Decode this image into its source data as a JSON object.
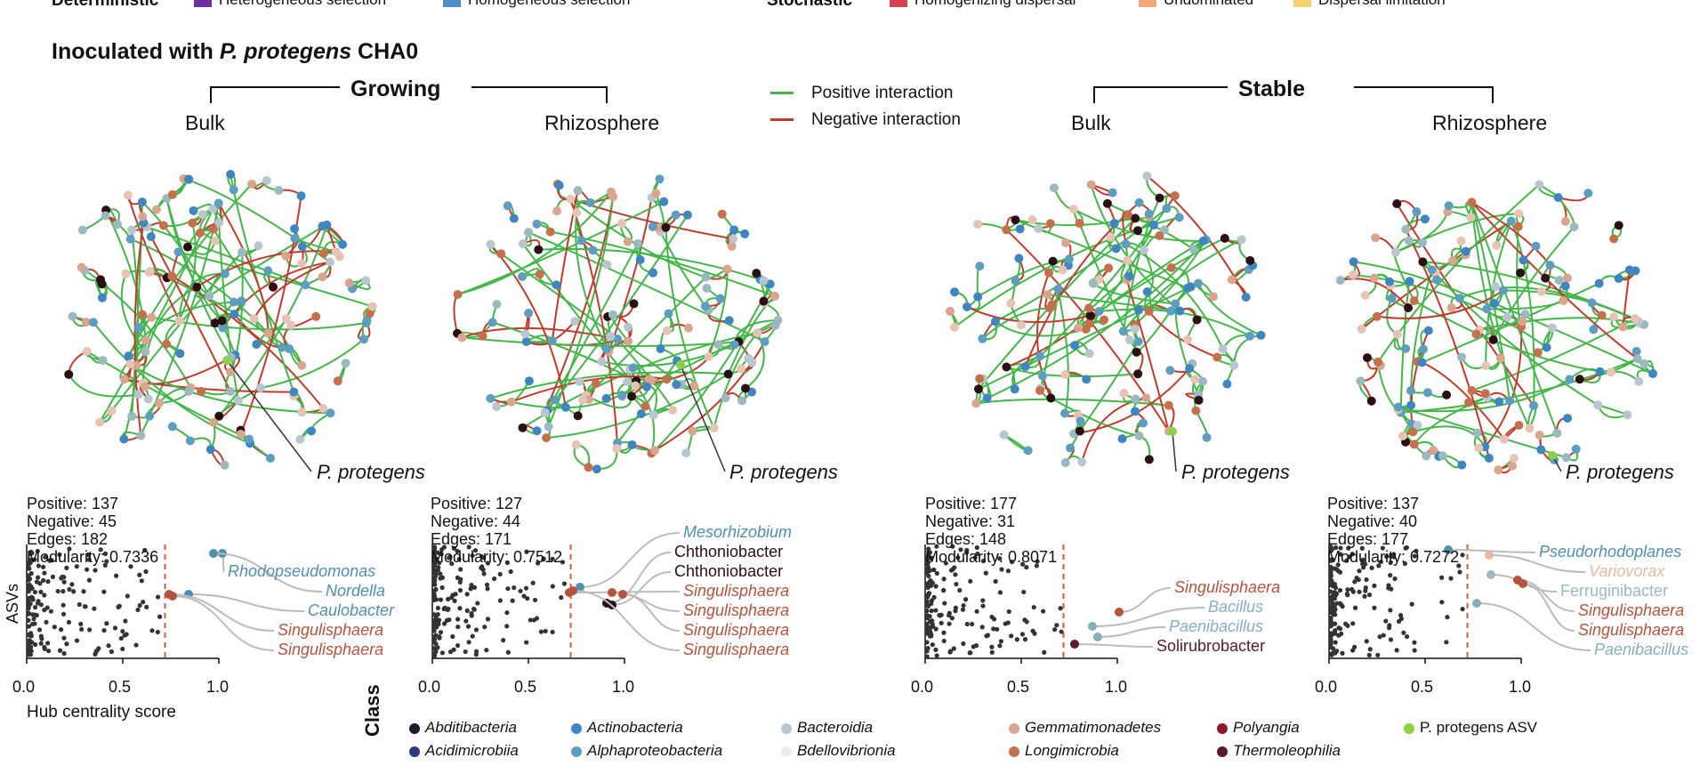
{
  "top_legend": {
    "deterministic_label": "Deterministic",
    "stochastic_label": "Stochastic",
    "items": [
      {
        "label": "Heterogeneous selection",
        "color": "#6b2fa0"
      },
      {
        "label": "Homogeneous selection",
        "color": "#4f8fc8"
      },
      {
        "label": "Homogenizing dispersal",
        "color": "#d3404f"
      },
      {
        "label": "Undominated",
        "color": "#f3a77b"
      },
      {
        "label": "Dispersal limitation",
        "color": "#f4d26c"
      }
    ]
  },
  "title_prefix": "Inoculated with ",
  "title_italic": "P. protegens",
  "title_suffix": " CHA0",
  "groups": [
    "Growing",
    "Stable"
  ],
  "interaction_legend": [
    {
      "label": "Positive interaction",
      "color": "#44b649"
    },
    {
      "label": "Negative interaction",
      "color": "#c23a2b"
    }
  ],
  "panels": [
    {
      "subtitle": "Bulk",
      "pointer_label": "P. protegens",
      "stats": {
        "positive": "Positive: 137",
        "negative": "Negative: 45",
        "edges": "Edges: 182",
        "modularity": "Modularity: 0.7336"
      },
      "hubs": [
        {
          "label": "Rhodopseudomonas",
          "color": "#4f8fb0"
        },
        {
          "label": "Nordella",
          "color": "#4f8fb0"
        },
        {
          "label": "Caulobacter",
          "color": "#4f8fb0"
        },
        {
          "label": "Singulisphaera",
          "color": "#b5533c"
        },
        {
          "label": "Singulisphaera",
          "color": "#b5533c"
        }
      ]
    },
    {
      "subtitle": "Rhizosphere",
      "pointer_label": "P. protegens",
      "stats": {
        "positive": "Positive: 127",
        "negative": "Negative: 44",
        "edges": "Edges: 171",
        "modularity": "Modularity: 0.7512"
      },
      "hubs": [
        {
          "label": "Mesorhizobium",
          "color": "#4f8fb0"
        },
        {
          "label": "Chthoniobacter",
          "color": "#2a0f14"
        },
        {
          "label": "Chthoniobacter",
          "color": "#2a0f14"
        },
        {
          "label": "Singulisphaera",
          "color": "#b5533c"
        },
        {
          "label": "Singulisphaera",
          "color": "#b5533c"
        },
        {
          "label": "Singulisphaera",
          "color": "#b5533c"
        },
        {
          "label": "Singulisphaera",
          "color": "#b5533c"
        }
      ]
    },
    {
      "subtitle": "Bulk",
      "pointer_label": "P. protegens",
      "stats": {
        "positive": "Positive: 177",
        "negative": "Negative: 31",
        "edges": "Edges: 148",
        "modularity": "Modularity: 0.8071"
      },
      "hubs": [
        {
          "label": "Singulisphaera",
          "color": "#b5533c"
        },
        {
          "label": "Bacillus",
          "color": "#86aebb"
        },
        {
          "label": "Paenibacillus",
          "color": "#86aebb"
        },
        {
          "label": "Solirubrobacter",
          "color": "#5a1a2a"
        }
      ]
    },
    {
      "subtitle": "Rhizosphere",
      "pointer_label": "P. protegens",
      "stats": {
        "positive": "Positive: 137",
        "negative": "Negative: 40",
        "edges": "Edges: 177",
        "modularity": "Modularity: 0.7272"
      },
      "hubs": [
        {
          "label": "Pseudorhodoplanes",
          "color": "#4f8fb0"
        },
        {
          "label": "Variovorax",
          "color": "#e7b9a4"
        },
        {
          "label": "Ferruginibacter",
          "color": "#9cb8c0"
        },
        {
          "label": "Singulisphaera",
          "color": "#b5533c"
        },
        {
          "label": "Singulisphaera",
          "color": "#b5533c"
        },
        {
          "label": "Paenibacillus",
          "color": "#86aebb"
        }
      ]
    }
  ],
  "axis": {
    "ylabel": "ASVs",
    "xlabel": "Hub centrality score",
    "ticks": [
      "0.0",
      "0.5",
      "1.0"
    ]
  },
  "class_legend": {
    "title": "Class",
    "items": [
      {
        "label": "Abditibacteria",
        "color": "#1e1a2b"
      },
      {
        "label": "Acidimicrobiia",
        "color": "#2c3a7a"
      },
      {
        "label": "Actinobacteria",
        "color": "#3f86c0"
      },
      {
        "label": "Alphaproteobacteria",
        "color": "#5d9ec0"
      },
      {
        "label": "Bacteroidia",
        "color": "#b9c6cf"
      },
      {
        "label": "Bdellovibrionia",
        "color": "#ececec"
      },
      {
        "label": "Gemmatimonadetes",
        "color": "#d9a58f"
      },
      {
        "label": "Longimicrobia",
        "color": "#c4704d"
      },
      {
        "label": "Polyangia",
        "color": "#8c1a2a"
      },
      {
        "label": "Thermoleophilia",
        "color": "#5a1a2a"
      },
      {
        "label": "P. protegens ASV",
        "color": "#8cd048"
      }
    ]
  }
}
